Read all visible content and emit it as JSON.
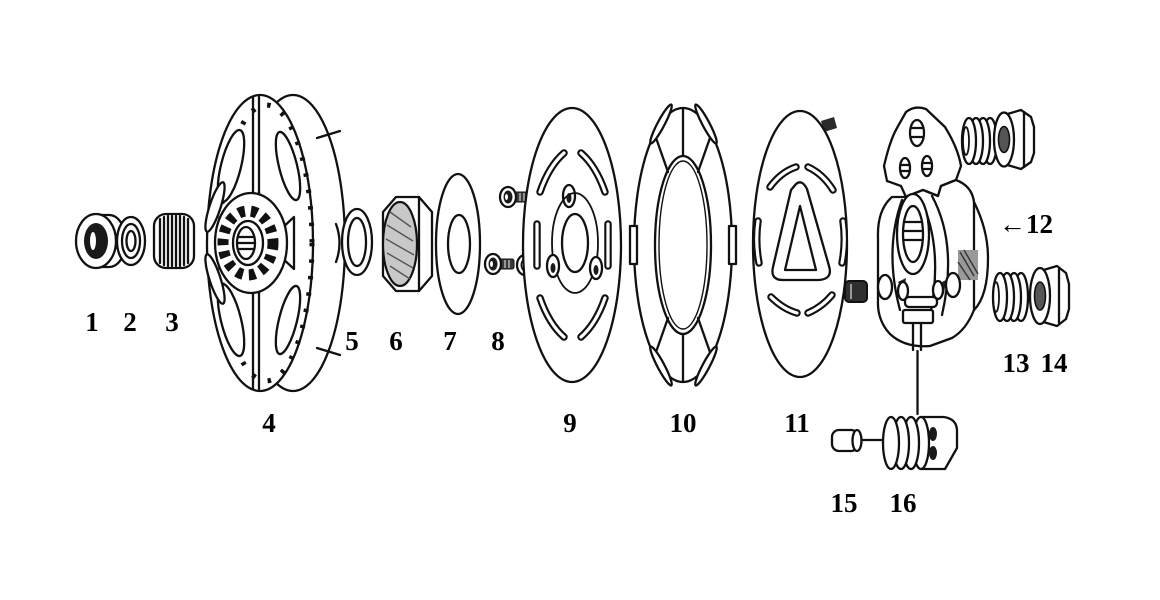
{
  "diagram": {
    "background_color": "#ffffff",
    "line_color": "#111111",
    "label_color": "#000000",
    "labels": [
      "1",
      "2",
      "3",
      "4",
      "5",
      "6",
      "7",
      "8",
      "9",
      "10",
      "11",
      "←12",
      "13",
      "14",
      "15",
      "16"
    ]
  }
}
